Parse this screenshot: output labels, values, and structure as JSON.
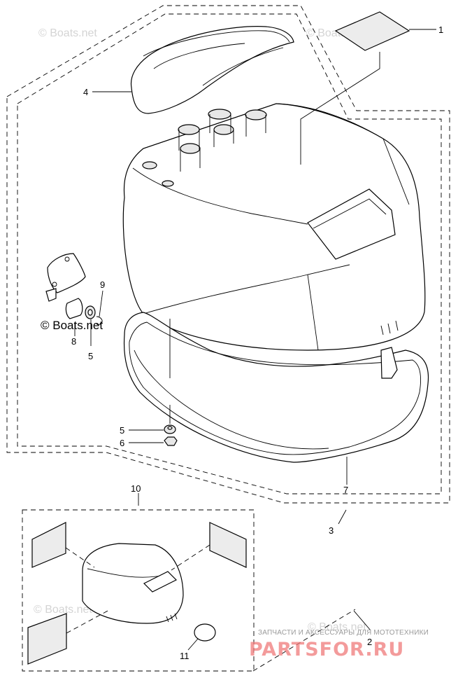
{
  "diagram": {
    "callouts": {
      "c1": "1",
      "c2": "2",
      "c3": "3",
      "c4": "4",
      "c5a": "5",
      "c5b": "5",
      "c6": "6",
      "c7": "7",
      "c8": "8",
      "c9": "9",
      "c10": "10",
      "c11": "11"
    }
  },
  "watermarks": {
    "copyright_bold": "© Boats.net",
    "copyright_faint": "© Boats.net"
  },
  "branding": {
    "tagline": "ЗАПЧАСТИ И АКСЕССУАРЫ ДЛЯ МОТОТЕХНИКИ",
    "site": "PARTSFOR.RU"
  }
}
